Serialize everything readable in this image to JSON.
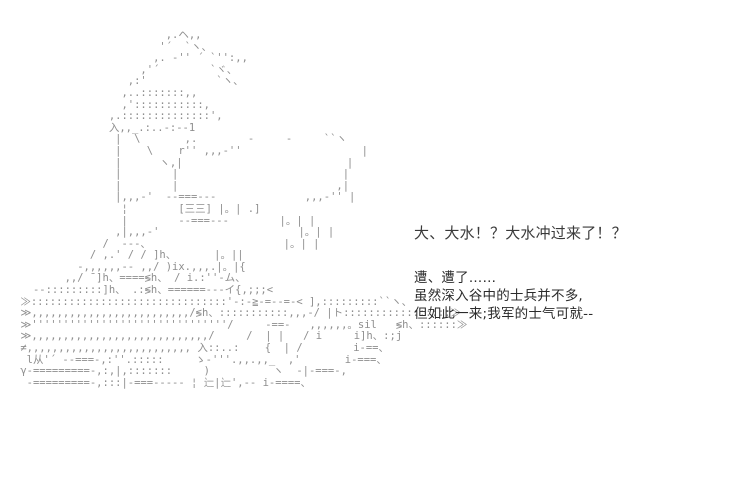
{
  "scene": {
    "name": "ascii-art-visual-novel-frame",
    "background_color": "#ffffff",
    "art_color": "#8e8e8e",
    "text_color": "#2b2b2b"
  },
  "ascii_art": {
    "description": "flood / water rushing through a valley with fortress structures",
    "lines": [
      "                        ,.ヘ,,",
      "                       '´  `ヽ、",
      "                      ,. ‐'' ´ `'':,,",
      "                    ,'´        `ヾ、",
      "                  ,:'           `ヽ、",
      "                 ,..:::::::,,",
      "                 ,':::::::::::,",
      "               ,.::::::::::::::',",
      "               入,,_.:..‐:‐‐1",
      "                |  \\       ,.        ‐     ‐     ``ヽ",
      "                |    \\    r'' ,,,‐''                   |",
      "                |      ヽ,|                          |",
      "                |        |                          |",
      "                |        |                         ,|",
      "                |,,,‐'  ‐‐===‐‐‐              ,,,‐'' |",
      "                 ¦        [三三] |。| .]",
      "                 |        ‐‐===‐‐‐        |。| |",
      "                ,|,,,‐'                      |。| |",
      "              /  ‐‐‐、                     |。| |",
      "            / ,.' / / ]h、      |。||",
      "          ‐,,,,,,‐‐ ,,/ )ix.,,,.|。|{",
      "        ,,/ ̄ ]h、====≶h、 / i.:''‐ム、",
      "   ‐‐:::::::::]h、 .:≶h、======‐‐‐イ{,;;;<",
      " ≫:::::::::::::::::::::::::::::::'‐:‐≧‐=‐‐=‐< ],:::::::::``ヽ、",
      " ≫,,,,,,,,,,,,,,,,,,,,,,,,,/≶h、:::::::::::,,,‐/ |ト:::::::::::::::::≫",
      " ≫'''''''''''''''''''''''''''''''/     ‐==‐   ,,,,,,。sil   ≶h、::::::≫",
      " ≫,,,,,,,,,,,,,,,,,,,,,,,,,,,,/     /  | |   / i     i]h、:;j",
      " ≠,,,,,,,,,,,,,,,,,,,,,,,,,, 入::..:    {  | /        i‐==、",
      "  l从'´ ‐‐===‐,:''.:::::     ゝ‐'''.,,.,,_  ,'       i‐===、",
      " γ‐=========‐,:,|,:::::::     )          ヽ  ‐|‐===‐,",
      "  ‐=========‐,:::|‐===‐‐‐‐‐ ¦ 辷|辷',‐‐ i‐====、"
    ]
  },
  "dialogue": {
    "shout": "大、大水！？大水冲过来了！？",
    "narration": [
      "遭、遭了……",
      "虽然深入谷中的士兵并不多,",
      "但如此一来;我军的士气可就--"
    ]
  }
}
